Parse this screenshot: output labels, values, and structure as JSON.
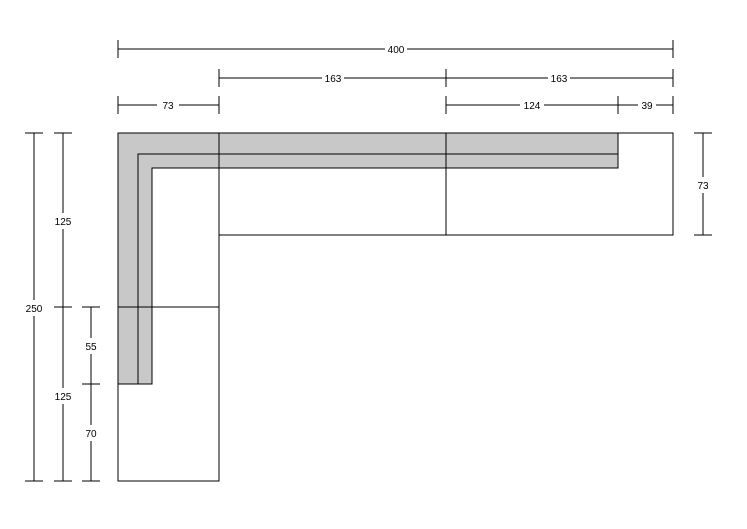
{
  "diagram": {
    "colors": {
      "line": "#000000",
      "backrest": "#c8c8c8",
      "background": "#ffffff"
    },
    "top_dimensions": {
      "overall": "400",
      "section_a": "163",
      "section_b": "163",
      "corner_depth": "73",
      "seat": "124",
      "end": "39"
    },
    "left_dimensions": {
      "overall": "250",
      "upper": "125",
      "lower": "125",
      "back_lower": "55",
      "bottom": "70"
    },
    "right_dimensions": {
      "depth": "73"
    }
  }
}
